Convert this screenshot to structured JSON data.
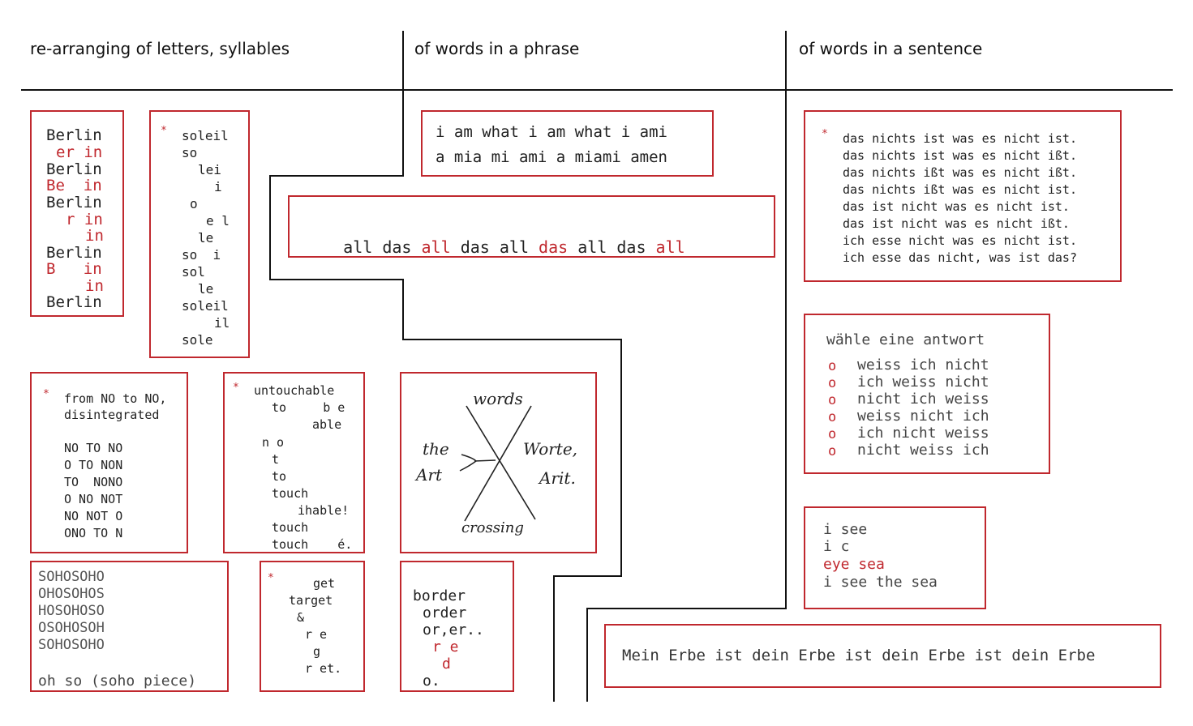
{
  "headers": {
    "letters": "re-arranging of letters, syllables",
    "phrase": "of words in a phrase",
    "sentence": "of words in a sentence"
  },
  "asterisk": "*",
  "berlin": {
    "lines": [
      "Berlin",
      "er in",
      "Berlin",
      "Be  in",
      "Berlin",
      "r in",
      "in",
      "Berlin",
      "B   in",
      "in",
      "Berlin"
    ]
  },
  "soleil": {
    "lines": [
      "soleil",
      "so",
      "lei",
      "i",
      "o",
      "e l",
      "le",
      "so  i",
      "sol",
      "le",
      "soleil",
      "il",
      "sole"
    ]
  },
  "no_to_no": {
    "lines": [
      "from NO to NO,",
      "disintegrated",
      "NO TO NO",
      "O TO NON",
      "TO  NONO",
      "O NO NOT",
      "NO NOT O",
      "ONO TO N"
    ]
  },
  "untouchable": {
    "lines": [
      "untouchable",
      "to     b e",
      "able",
      "n o",
      "t",
      "to",
      "touch",
      "ihable!",
      "touch",
      "touch    é."
    ]
  },
  "soho": {
    "lines": [
      "SOHOSOHO",
      "OHOSOHOS",
      "HOSOHOSO",
      "OSOHOSOH",
      "SOHOSOHO"
    ],
    "caption": "oh so (soho piece)"
  },
  "get_target": {
    "lines": [
      "get",
      "target",
      "&",
      "r e",
      "g",
      "r et."
    ]
  },
  "border": {
    "lines": [
      "border",
      "order",
      "or,er..",
      "r e",
      "d",
      "o."
    ]
  },
  "i_am": {
    "lines": [
      "i am what i am what i ami",
      "a mia mi ami a miami amen"
    ]
  },
  "all_das": {
    "words": [
      "all",
      "das",
      "all",
      "das",
      "all",
      "das",
      "all",
      "das",
      "all"
    ]
  },
  "sketch": {
    "labels": [
      "words",
      "the",
      "Art",
      "Worte,",
      "Arit.",
      "crossing"
    ]
  },
  "das_nichts": {
    "lines": [
      "das nichts ist was es nicht ist.",
      "das nichts ist was es nicht ißt.",
      "das nichts ißt was es nicht ißt.",
      "das nichts ißt was es nicht ist.",
      "das ist nicht was es nicht ist.",
      "das ist nicht was es nicht ißt.",
      "ich esse nicht was es nicht ist.",
      "ich esse das nicht, was ist das?"
    ]
  },
  "antwort": {
    "title": "wähle eine antwort",
    "bullet": "o",
    "options": [
      "weiss ich nicht",
      "ich weiss nicht",
      "nicht ich weiss",
      "weiss nicht ich",
      "ich nicht weiss",
      "nicht weiss ich"
    ]
  },
  "i_see": {
    "lines": [
      "i see",
      "i c",
      "eye sea",
      "i see the sea"
    ]
  },
  "erbe": {
    "text": "Mein Erbe ist dein Erbe ist dein Erbe ist dein Erbe"
  },
  "colors": {
    "accent": "#c0282e",
    "ink": "#222222"
  }
}
